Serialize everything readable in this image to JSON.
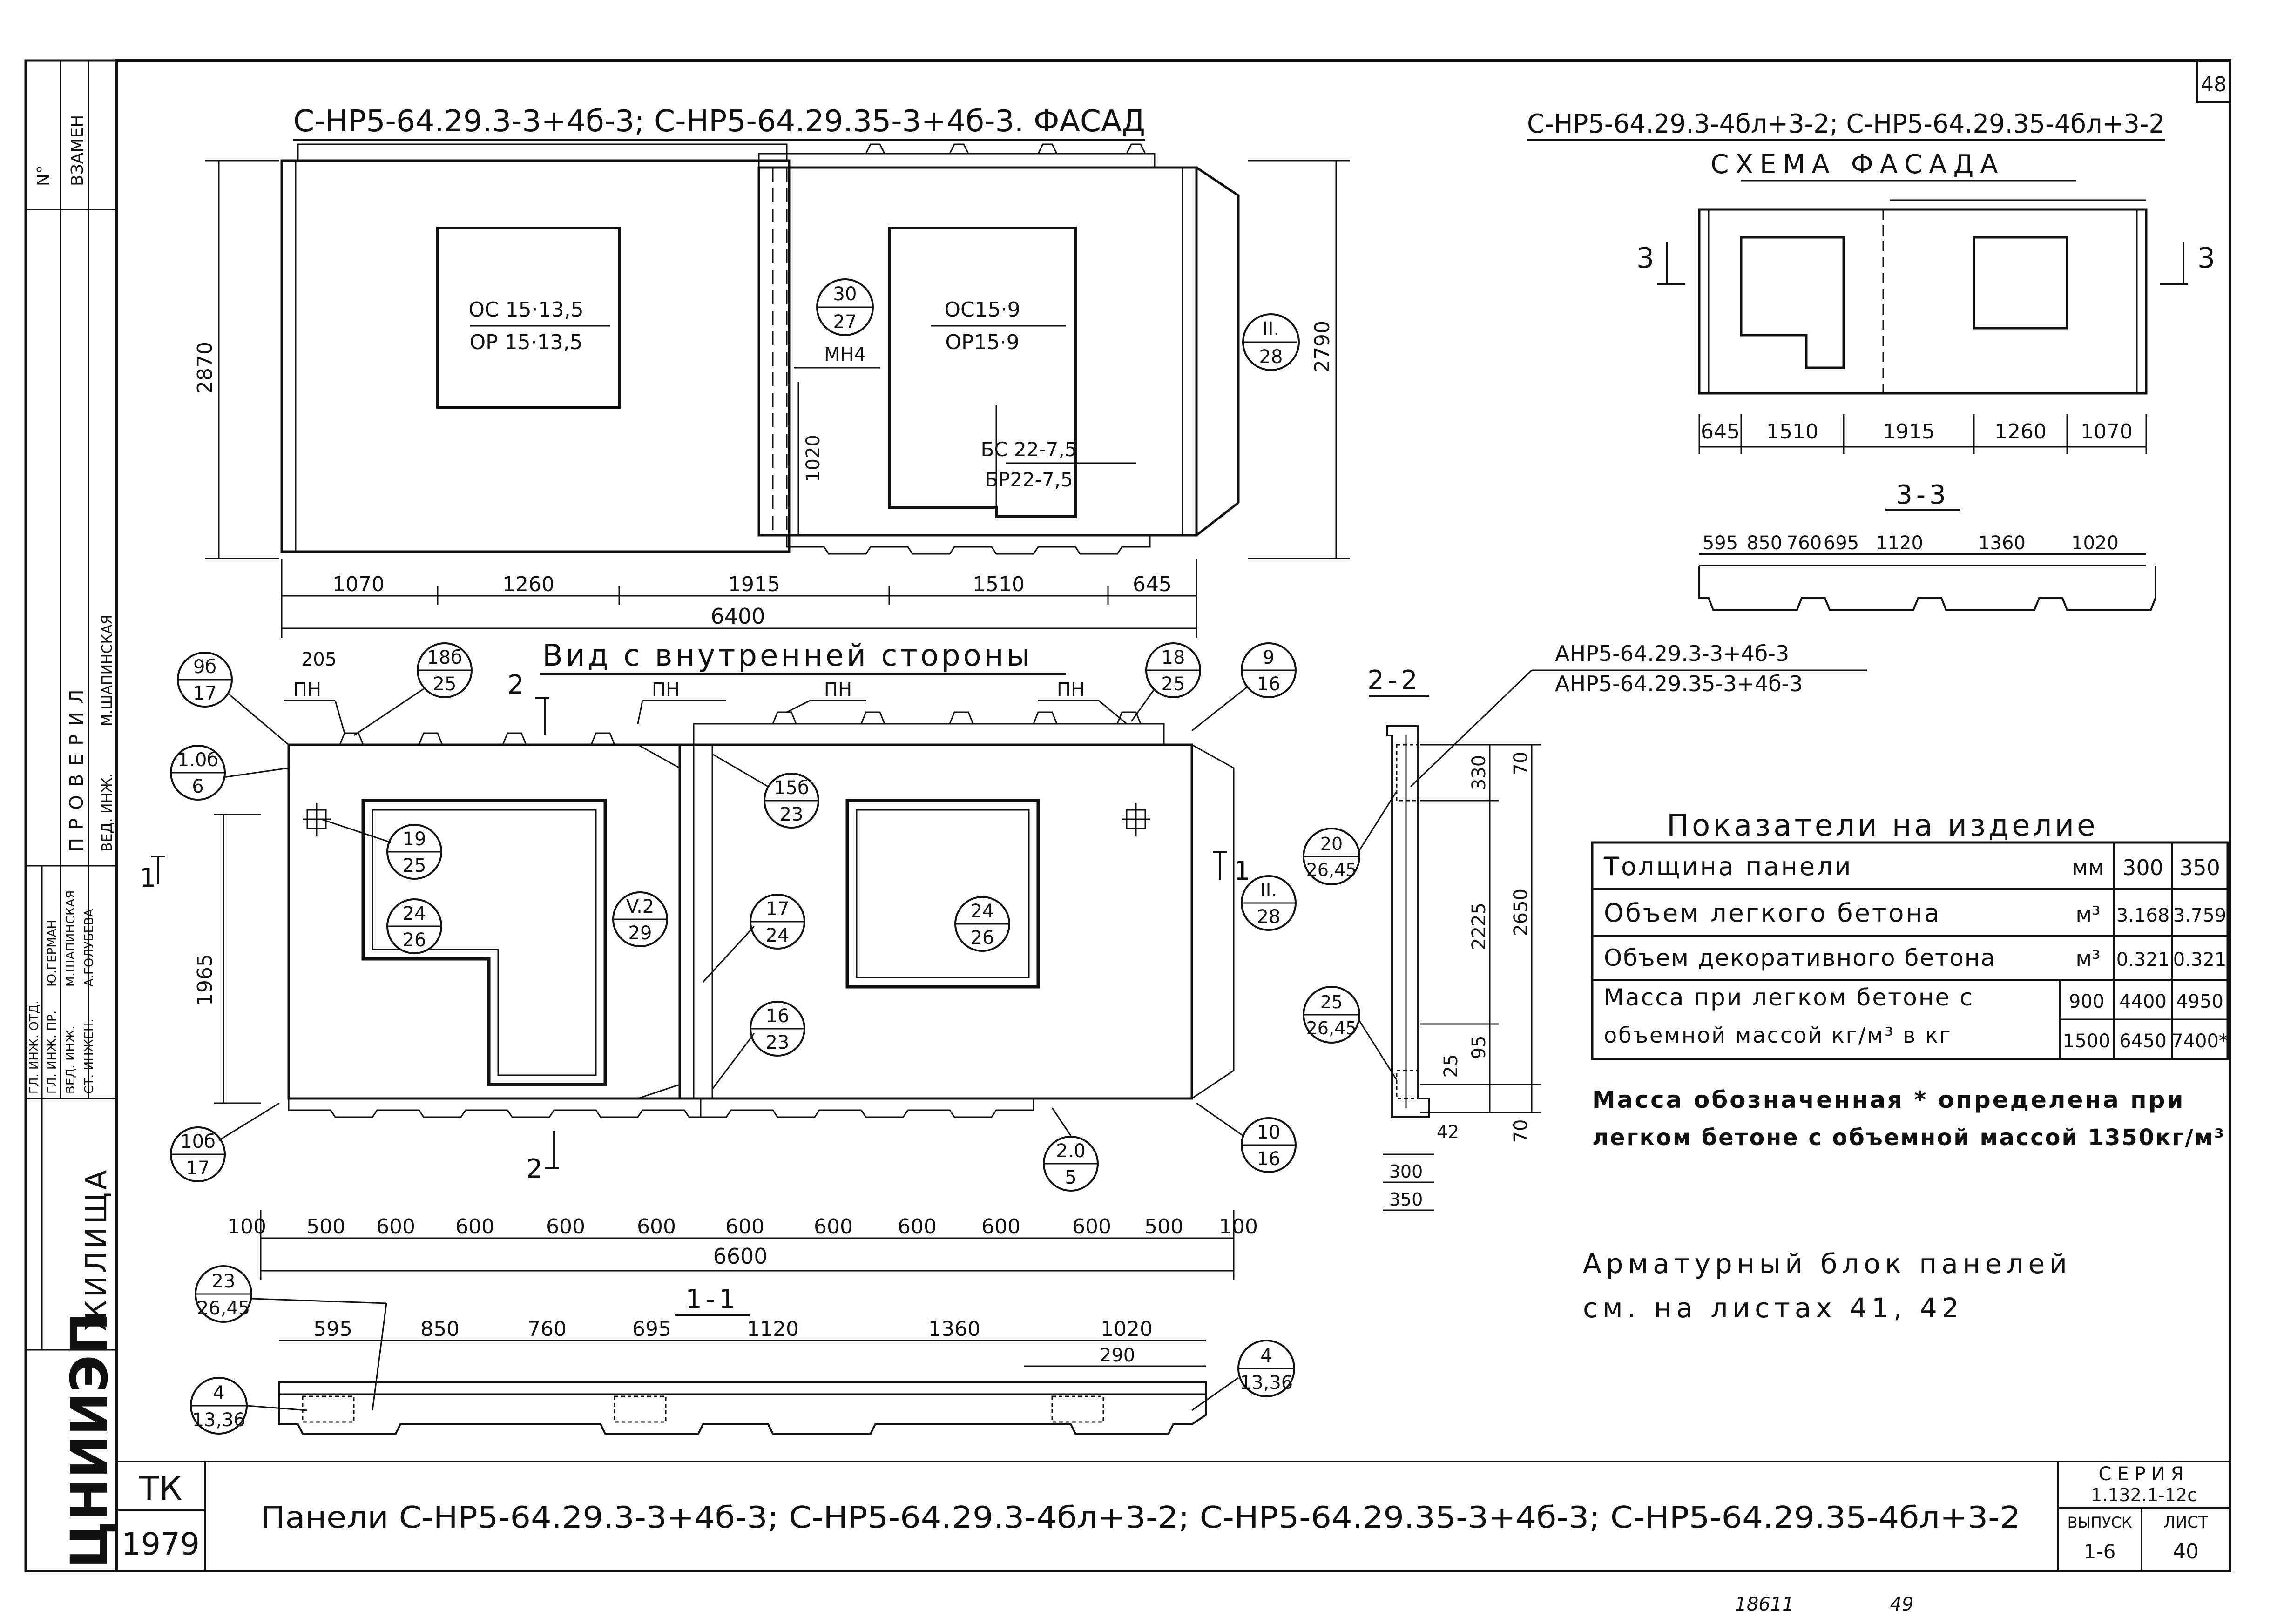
{
  "sheet_number": "48",
  "facade": {
    "title": "С-НР5-64.29.3-3+4б-3;  С-НР5-64.29.35-3+4б-3. ФАСАД",
    "left_window_top": "ОС 15·13,5",
    "left_window_bottom": "ОР 15·13,5",
    "right_window_top": "ОС15·9",
    "right_window_bottom": "ОР15·9",
    "door_top": "БС 22-7,5",
    "door_bottom": "БР22-7,5",
    "height_left": "2870",
    "height_right": "2790",
    "dim_1020": "1020",
    "callout_30_top": "30",
    "callout_30_bottom": "27",
    "callout_mn4": "МН4",
    "callout_ii_top": "II.",
    "callout_ii_bottom": "28",
    "dims": [
      "1070",
      "1260",
      "1915",
      "1510",
      "645"
    ],
    "total": "6400"
  },
  "scheme": {
    "title": "С-НР5-64.29.3-4бл+3-2; С-НР5-64.29.35-4бл+3-2",
    "subtitle": "СХЕМА ФАСАДА",
    "mark_left": "3",
    "mark_right": "3",
    "dims": [
      "645",
      "1510",
      "1915",
      "1260",
      "1070"
    ],
    "section_title": "3-3",
    "section_dims": [
      "595",
      "850",
      "760",
      "695",
      "1120",
      "1360",
      "1020"
    ]
  },
  "inner_view": {
    "title": "Вид с внутренней стороны",
    "pn_label": "ПН",
    "dim_205": "205",
    "height": "1965",
    "mark_1": "1",
    "mark_2": "2",
    "callouts": [
      {
        "top": "9б",
        "bottom": "17"
      },
      {
        "top": "18б",
        "bottom": "25"
      },
      {
        "top": "18",
        "bottom": "25"
      },
      {
        "top": "9",
        "bottom": "16"
      },
      {
        "top": "1.0б",
        "bottom": "6"
      },
      {
        "top": "15б",
        "bottom": "23"
      },
      {
        "top": "19",
        "bottom": "25"
      },
      {
        "top": "24",
        "bottom": "26"
      },
      {
        "top": "V.2",
        "bottom": "29"
      },
      {
        "top": "17",
        "bottom": "24"
      },
      {
        "top": "24",
        "bottom": "26"
      },
      {
        "top": "II.",
        "bottom": "28"
      },
      {
        "top": "16",
        "bottom": "23"
      },
      {
        "top": "10б",
        "bottom": "17"
      },
      {
        "top": "2.0",
        "bottom": "5"
      },
      {
        "top": "10",
        "bottom": "16"
      }
    ],
    "dims": [
      "100",
      "500",
      "600",
      "600",
      "600",
      "600",
      "600",
      "600",
      "600",
      "600",
      "600",
      "500",
      "100"
    ],
    "total": "6600"
  },
  "section_1_1": {
    "title": "1-1",
    "dims": [
      "595",
      "850",
      "760",
      "695",
      "1120",
      "1360",
      "1020"
    ],
    "dim_290": "290",
    "callouts": [
      {
        "top": "23",
        "bottom": "26,45"
      },
      {
        "top": "4",
        "bottom": "13,36"
      },
      {
        "top": "4",
        "bottom": "13,36"
      }
    ]
  },
  "section_2_2": {
    "title": "2-2",
    "note_line1": "АНР5-64.29.3-3+4б-3",
    "note_line2": "АНР5-64.29.35-3+4б-3",
    "dims_vertical": [
      "330",
      "2225",
      "95",
      "25",
      "70",
      "2650",
      "70"
    ],
    "dim_42": "42",
    "dim_300": "300",
    "dim_350": "350",
    "callouts": [
      {
        "top": "20",
        "bottom": "26,45"
      },
      {
        "top": "25",
        "bottom": "26,45"
      }
    ]
  },
  "indicators": {
    "title": "Показатели на изделие",
    "rows": [
      {
        "label": "Толщина панели",
        "unit": "мм",
        "sub": "",
        "v300": "300",
        "v350": "350"
      },
      {
        "label": "Объем легкого бетона",
        "unit": "м³",
        "sub": "",
        "v300": "3.168",
        "v350": "3.759"
      },
      {
        "label": "Объем декоративного бетона",
        "unit": "м³",
        "sub": "",
        "v300": "0.321",
        "v350": "0.321"
      }
    ],
    "mass_label_1": "Масса при легком бетоне с",
    "mass_label_2": "объемной массой кг/м³ в кг",
    "mass_rows": [
      {
        "sub": "900",
        "v300": "4400",
        "v350": "4950"
      },
      {
        "sub": "1500",
        "v300": "6450",
        "v350": "7400*"
      }
    ],
    "note_line1": "Масса обозначенная * определена при",
    "note_line2": "легком бетоне с объемной массой 1350кг/м³"
  },
  "armature_note": {
    "line1": "Арматурный блок панелей",
    "line2": "см. на листах 41, 42"
  },
  "left_strip": {
    "zamen": "ВЗАМЕН",
    "num": "N°",
    "checked": "ПРОВЕРИЛ",
    "roles": [
      "ГЛ. ИНЖ. ОТД.",
      "ГЛ. ИНЖ. ПР.",
      "ВЕД. ИНЖ.",
      "СТ. ИНЖЕН."
    ],
    "names": [
      "Ю.ГЕРМАН",
      "М.ШАПИНСКАЯ",
      "А.ГОЛУБЕВА"
    ],
    "checkers": [
      "ВЕД. ИНЖ.",
      "М.ШАПИНСКАЯ"
    ],
    "org": "ЖИЛИЩА",
    "org_logo": "ЦНИИЭП"
  },
  "title_block": {
    "tk": "ТК",
    "year": "1979",
    "title": "Панели С-НР5-64.29.3-3+4б-3; С-НР5-64.29.3-4бл+3-2; С-НР5-64.29.35-3+4б-3; С-НР5-64.29.35-4бл+3-2",
    "series_label": "СЕРИЯ",
    "series_value": "1.132.1-12с",
    "issue_label": "ВЫПУСК",
    "issue_value": "1-6",
    "sheet_label": "ЛИСТ",
    "sheet_value": "40"
  },
  "bottom_stamps": [
    "18611",
    "49"
  ]
}
